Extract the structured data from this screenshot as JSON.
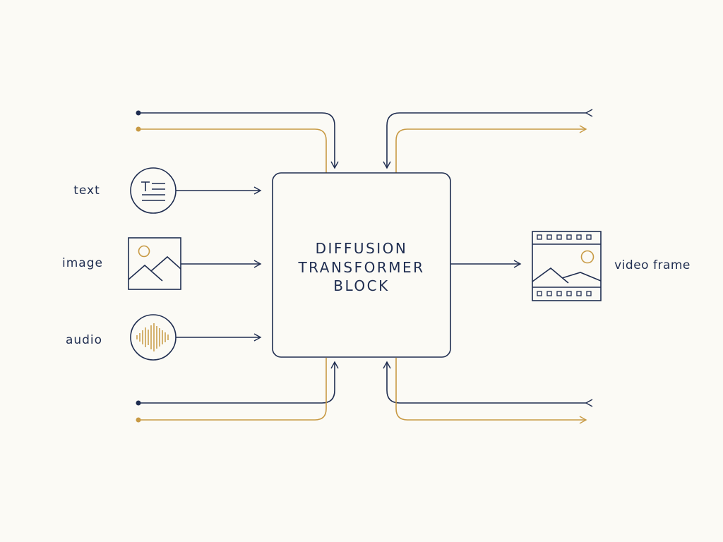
{
  "colors": {
    "background": "#fbfaf5",
    "navy": "#1f2d50",
    "gold": "#c89a44"
  },
  "block": {
    "lines": [
      "DIFFUSION",
      "TRANSFORMER",
      "BLOCK"
    ]
  },
  "inputs": [
    {
      "label": "text",
      "icon": "text-icon"
    },
    {
      "label": "image",
      "icon": "image-icon"
    },
    {
      "label": "audio",
      "icon": "audio-waveform-icon"
    }
  ],
  "output": {
    "label": "video frame",
    "icon": "film-frame-icon"
  }
}
